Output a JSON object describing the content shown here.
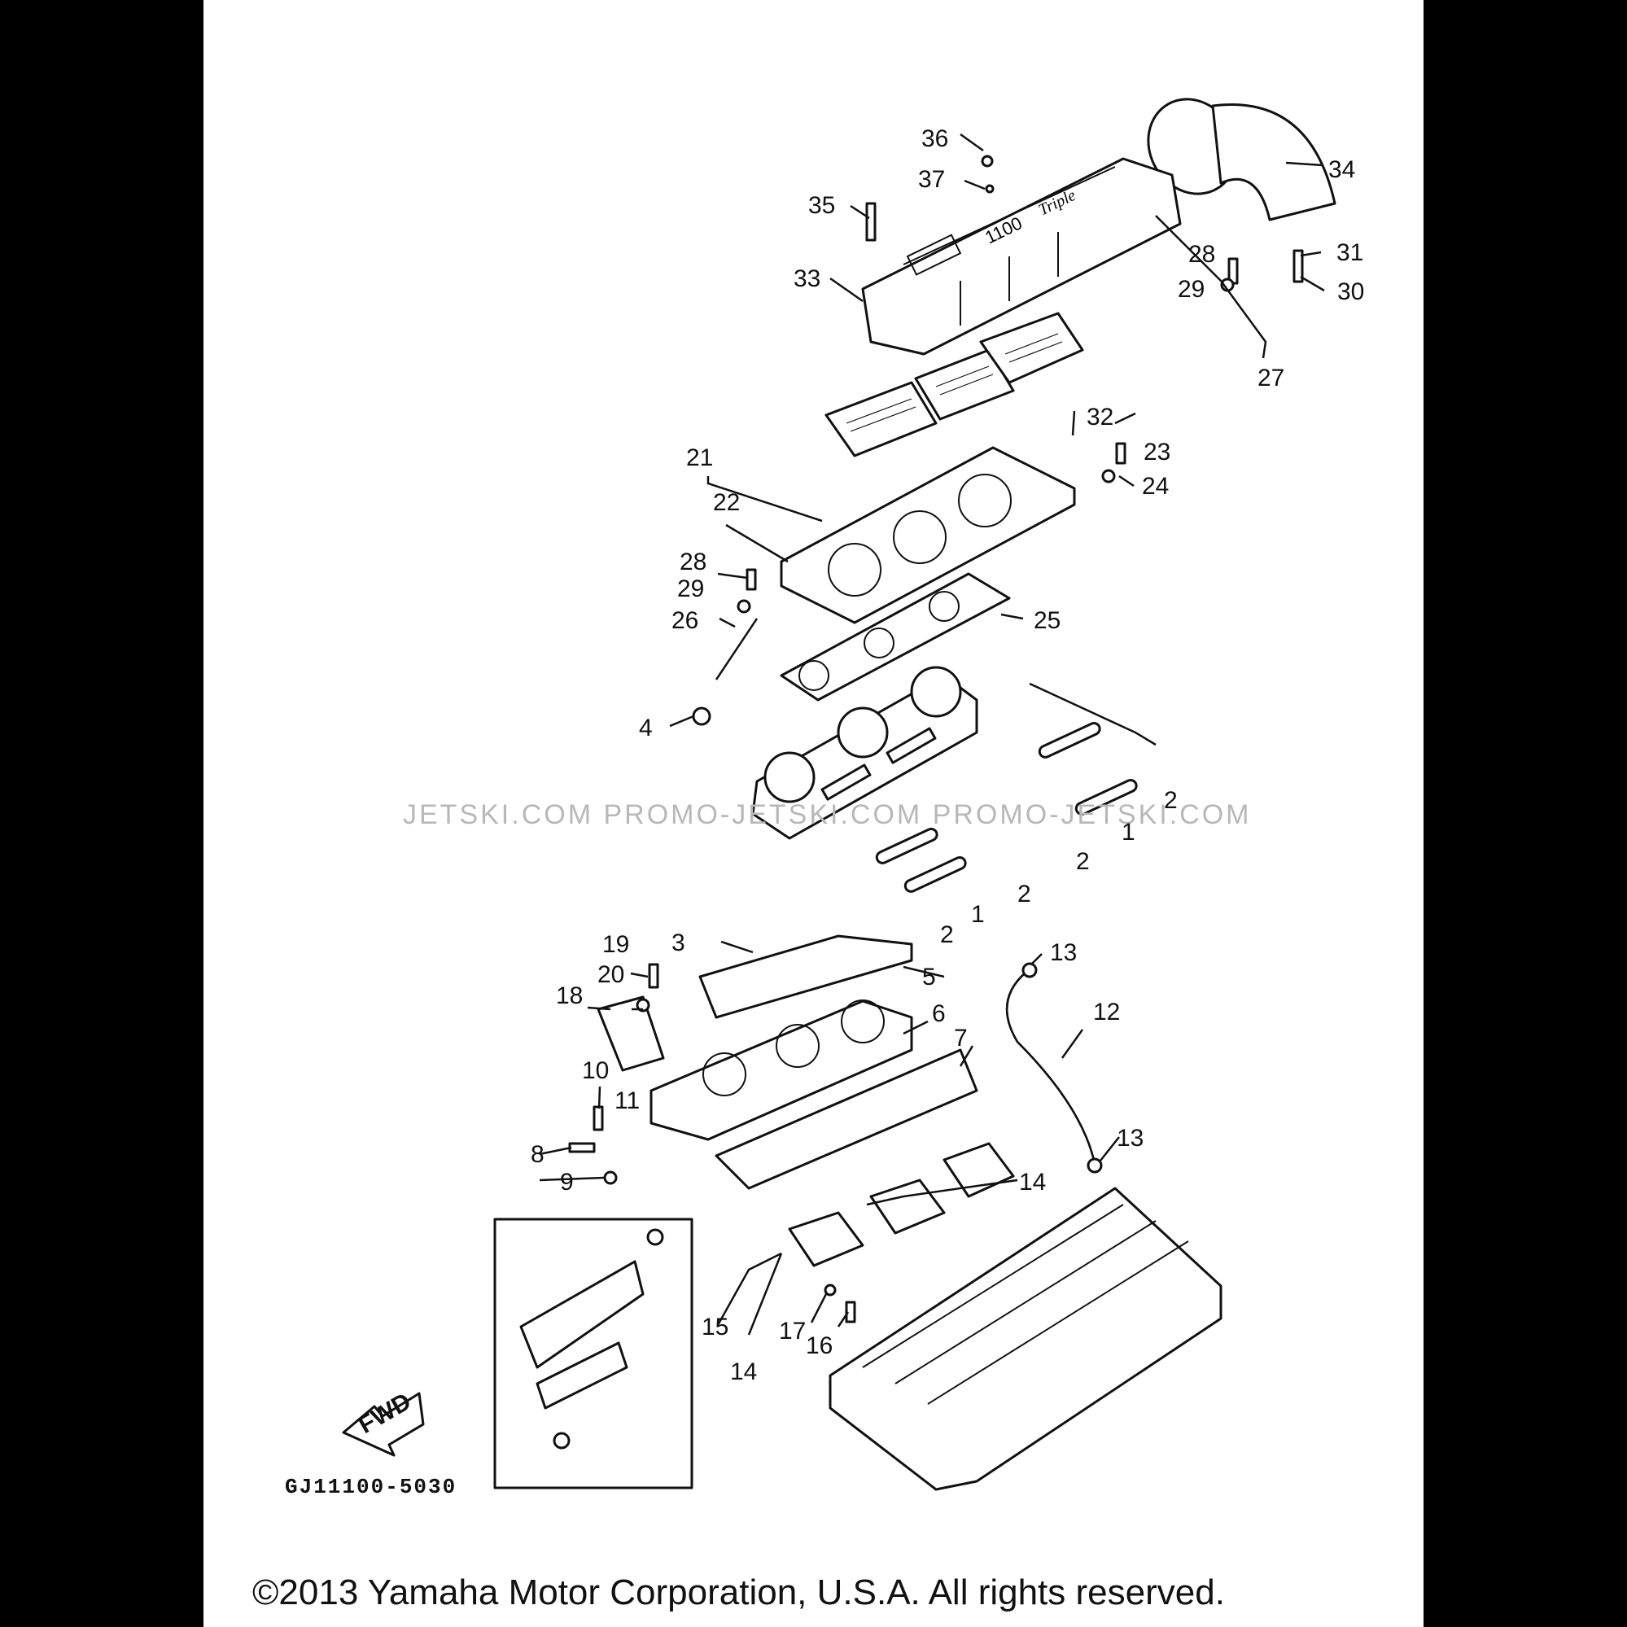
{
  "diagram_code": "GJ11100-5030",
  "copyright": "©2013 Yamaha Motor Corporation, U.S.A. All rights reserved.",
  "watermark": "JETSKI.COM   PROMO-JETSKI.COM   PROMO-JETSKI.COM",
  "fwd_label": "FWD",
  "colors": {
    "line": "#111111",
    "paper": "#ffffff",
    "border": "#000000",
    "watermark": "#b8b8b8"
  },
  "callouts": {
    "n1a": "1",
    "n1b": "1",
    "n2a": "2",
    "n2b": "2",
    "n2c": "2",
    "n2d": "2",
    "n3": "3",
    "n4": "4",
    "n5": "5",
    "n6": "6",
    "n7": "7",
    "n8": "8",
    "n9": "9",
    "n10": "10",
    "n11": "11",
    "n12": "12",
    "n13a": "13",
    "n13b": "13",
    "n14a": "14",
    "n14b": "14",
    "n15": "15",
    "n16": "16",
    "n17": "17",
    "n18": "18",
    "n19": "19",
    "n20": "20",
    "n21": "21",
    "n22": "22",
    "n23": "23",
    "n24": "24",
    "n25": "25",
    "n26": "26",
    "n27": "27",
    "n28a": "28",
    "n28b": "28",
    "n29a": "29",
    "n29b": "29",
    "n30": "30",
    "n31": "31",
    "n32": "32",
    "n33": "33",
    "n34": "34",
    "n35": "35",
    "n36": "36",
    "n37": "37"
  }
}
